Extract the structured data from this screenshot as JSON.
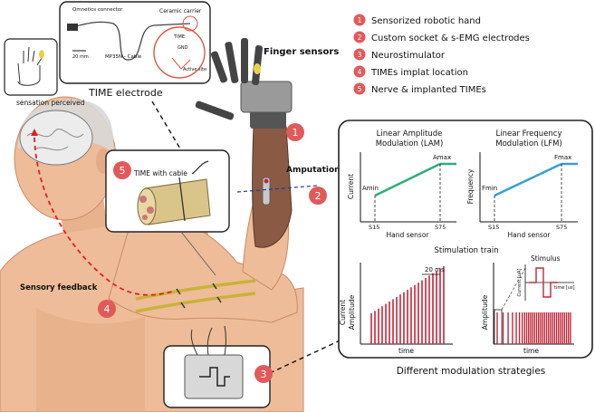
{
  "legend": {
    "items": [
      {
        "num": "1",
        "label": "Sensorized robotic hand"
      },
      {
        "num": "2",
        "label": "Custom socket & s-EMG electrodes"
      },
      {
        "num": "3",
        "label": "Neurostimulator"
      },
      {
        "num": "4",
        "label": "TIMEs implat location"
      },
      {
        "num": "5",
        "label": "Nerve & implanted TIMEs"
      }
    ],
    "badge_color": "#e05a5a"
  },
  "time_electrode": {
    "title": "TIME electrode",
    "omnetics": "Omnetics connector",
    "ceramic": "Ceramic carrier",
    "cable": "MP35N - Cable",
    "scale": "20 mm",
    "time": "TIME",
    "gnd": "GND",
    "active_site": "Active site"
  },
  "sensation": {
    "label": "sensation perceived"
  },
  "labels": {
    "finger_sensors": "Finger sensors",
    "amputation": "Amputation level",
    "sensory_feedback": "Sensory feedback",
    "time_with_cable": "TIME with cable",
    "modulation_caption": "Different modulation strategies"
  },
  "badges": {
    "b1": "1",
    "b2": "2",
    "b3": "3",
    "b4": "4",
    "b5": "5"
  },
  "lam": {
    "title": "Linear Amplitude Modulation (LAM)",
    "ylabel": "Current",
    "xlabel": "Hand sensor",
    "max_label": "Amax",
    "min_label": "Amin",
    "x_start": "S15",
    "x_end": "S75",
    "color": "#2fae78"
  },
  "lfm": {
    "title": "Linear Frequency Modulation (LFM)",
    "ylabel": "Frequency",
    "xlabel": "Hand sensor",
    "max_label": "Fmax",
    "min_label": "Fmin",
    "x_start": "S15",
    "x_end": "S75",
    "color": "#3a9fd0"
  },
  "train": {
    "title": "Stimulation train",
    "left_ylabel": "Current",
    "left_ylabel2": "Amplitude",
    "left_xlabel": "time",
    "duration": "20 ms",
    "right_ylabel": "Amplitude",
    "right_xlabel": "time",
    "stimulus_title": "Stimulus",
    "stim_ylabel": "Current [uA]",
    "stim_xlabel": "time [us]",
    "color": "#c0283a"
  },
  "colors": {
    "skin": "#eebc98",
    "skin_shadow": "#d99a72",
    "socket": "#8a5a44",
    "badge": "#e05a5a"
  }
}
